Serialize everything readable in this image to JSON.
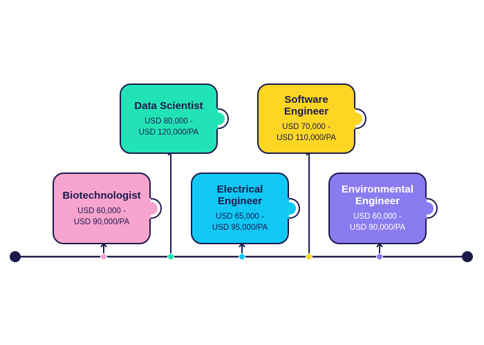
{
  "colors": {
    "line": "#1b1a4b",
    "biotech": "#f7a4cf",
    "data_scientist": "#22e3b6",
    "electrical": "#11c8f4",
    "software": "#fcd623",
    "environmental": "#8b7bf0"
  },
  "cards": [
    {
      "id": "biotechnologist",
      "title": "Biotechnologist",
      "salary": "USD 60,000 -\nUSD 90,000/PA",
      "color_key": "biotech",
      "dark": false
    },
    {
      "id": "data-scientist",
      "title": "Data Scientist",
      "salary": "USD 80,000 -\nUSD 120,000/PA",
      "color_key": "data_scientist",
      "dark": false
    },
    {
      "id": "electrical-engineer",
      "title": "Electrical\nEngineer",
      "salary": "USD 65,000 -\nUSD 95,000/PA",
      "color_key": "electrical",
      "dark": false
    },
    {
      "id": "software-engineer",
      "title": "Software\nEngineer",
      "salary": "USD 70,000 -\nUSD 110,000/PA",
      "color_key": "software",
      "dark": false
    },
    {
      "id": "environmental-engineer",
      "title": "Environmental\nEngineer",
      "salary": "USD 60,000 -\nUSD 90,000/PA",
      "color_key": "environmental",
      "dark": true
    }
  ]
}
